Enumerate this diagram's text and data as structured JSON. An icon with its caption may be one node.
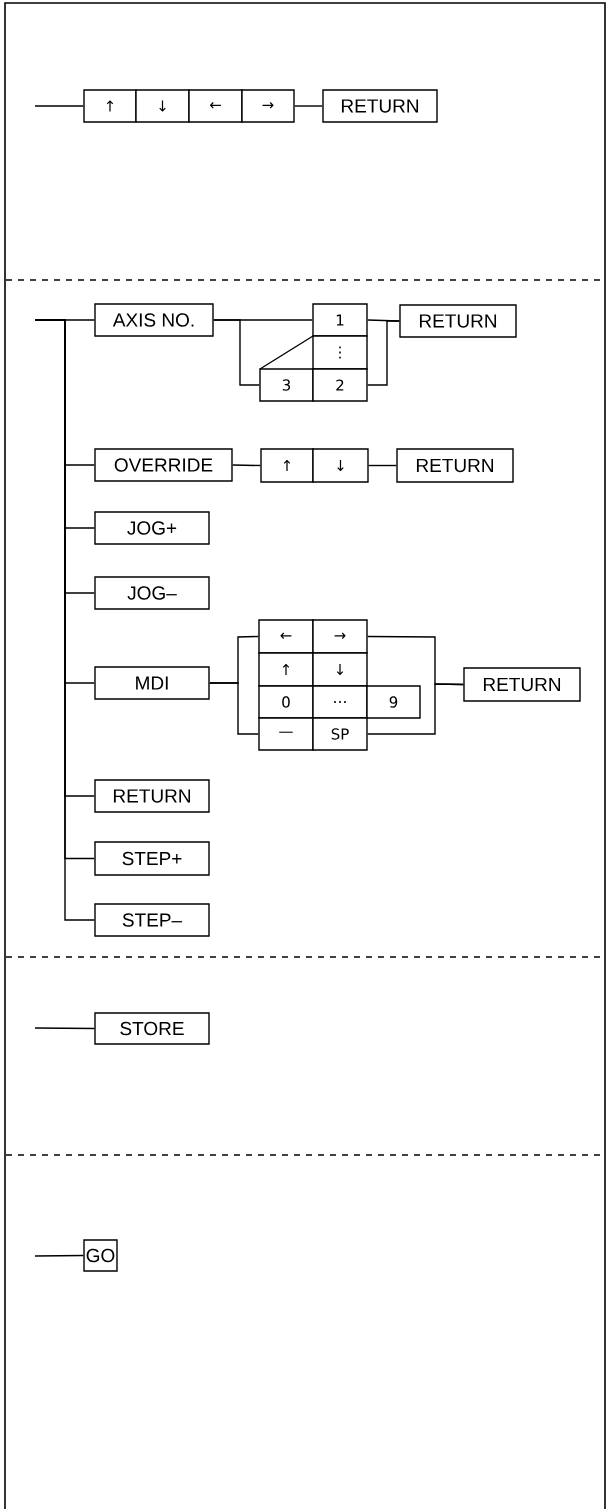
{
  "diagram": {
    "nodes": [
      {
        "text": [
          "↑"
        ]
      },
      {
        "text": [
          "↓"
        ]
      },
      {
        "text": [
          "←"
        ]
      },
      {
        "text": [
          "→"
        ]
      },
      {
        "text": [
          "RETURN"
        ]
      },
      {
        "text": [
          "AXIS NO."
        ]
      },
      {
        "text": [
          "1"
        ]
      },
      {
        "text": [
          "⋮"
        ]
      },
      {
        "text": [
          "3"
        ]
      },
      {
        "text": [
          "2"
        ]
      },
      {
        "text": [
          "RETURN"
        ]
      },
      {
        "text": [
          "OVERRIDE"
        ]
      },
      {
        "text": [
          "↑"
        ]
      },
      {
        "text": [
          "↓"
        ]
      },
      {
        "text": [
          "RETURN"
        ]
      },
      {
        "text": [
          "JOG+"
        ]
      },
      {
        "text": [
          "JOG–"
        ]
      },
      {
        "text": [
          "MDI"
        ]
      },
      {
        "text": [
          "←"
        ]
      },
      {
        "text": [
          "→"
        ]
      },
      {
        "text": [
          "↑"
        ]
      },
      {
        "text": [
          "↓"
        ]
      },
      {
        "text": [
          "0"
        ]
      },
      {
        "text": [
          "…"
        ]
      },
      {
        "text": [
          "9"
        ]
      },
      {
        "text": [
          "—"
        ]
      },
      {
        "text": [
          "SP"
        ]
      },
      {
        "text": [
          "RETURN"
        ]
      },
      {
        "text": [
          "RETURN"
        ]
      },
      {
        "text": [
          "STEP+"
        ]
      },
      {
        "text": [
          "STEP–"
        ]
      },
      {
        "text": [
          "STORE"
        ]
      },
      {
        "text": [
          "GO"
        ]
      }
    ],
    "edges": [
      {
        "from": null,
        "to": 0,
        "arrow": "none"
      },
      {
        "from": 3,
        "to": 4,
        "arrow": "none"
      },
      {
        "from": null,
        "to": 5,
        "arrow": "none"
      },
      {
        "from": null,
        "to": 11,
        "arrow": "none"
      },
      {
        "from": null,
        "to": 15,
        "arrow": "none"
      },
      {
        "from": null,
        "to": 16,
        "arrow": "none"
      },
      {
        "from": null,
        "to": 17,
        "arrow": "none"
      },
      {
        "from": null,
        "to": 28,
        "arrow": "none"
      },
      {
        "from": null,
        "to": 29,
        "arrow": "none"
      },
      {
        "from": null,
        "to": 30,
        "arrow": "none"
      },
      {
        "from": 5,
        "to": 6,
        "arrow": "none"
      },
      {
        "from": 5,
        "to": 8,
        "arrow": "none"
      },
      {
        "from": 6,
        "to": 10,
        "arrow": "none"
      },
      {
        "from": 9,
        "to": 10,
        "arrow": "none"
      },
      {
        "from": 11,
        "to": 12,
        "arrow": "none"
      },
      {
        "from": 13,
        "to": 14,
        "arrow": "none"
      },
      {
        "from": 17,
        "to": 18,
        "arrow": "none"
      },
      {
        "from": 17,
        "to": 25,
        "arrow": "none"
      },
      {
        "from": 19,
        "to": 27,
        "arrow": "none"
      },
      {
        "from": 26,
        "to": 27,
        "arrow": "none"
      },
      {
        "from": null,
        "to": 31,
        "arrow": "none"
      },
      {
        "from": null,
        "to": 32,
        "arrow": "none"
      }
    ]
  }
}
